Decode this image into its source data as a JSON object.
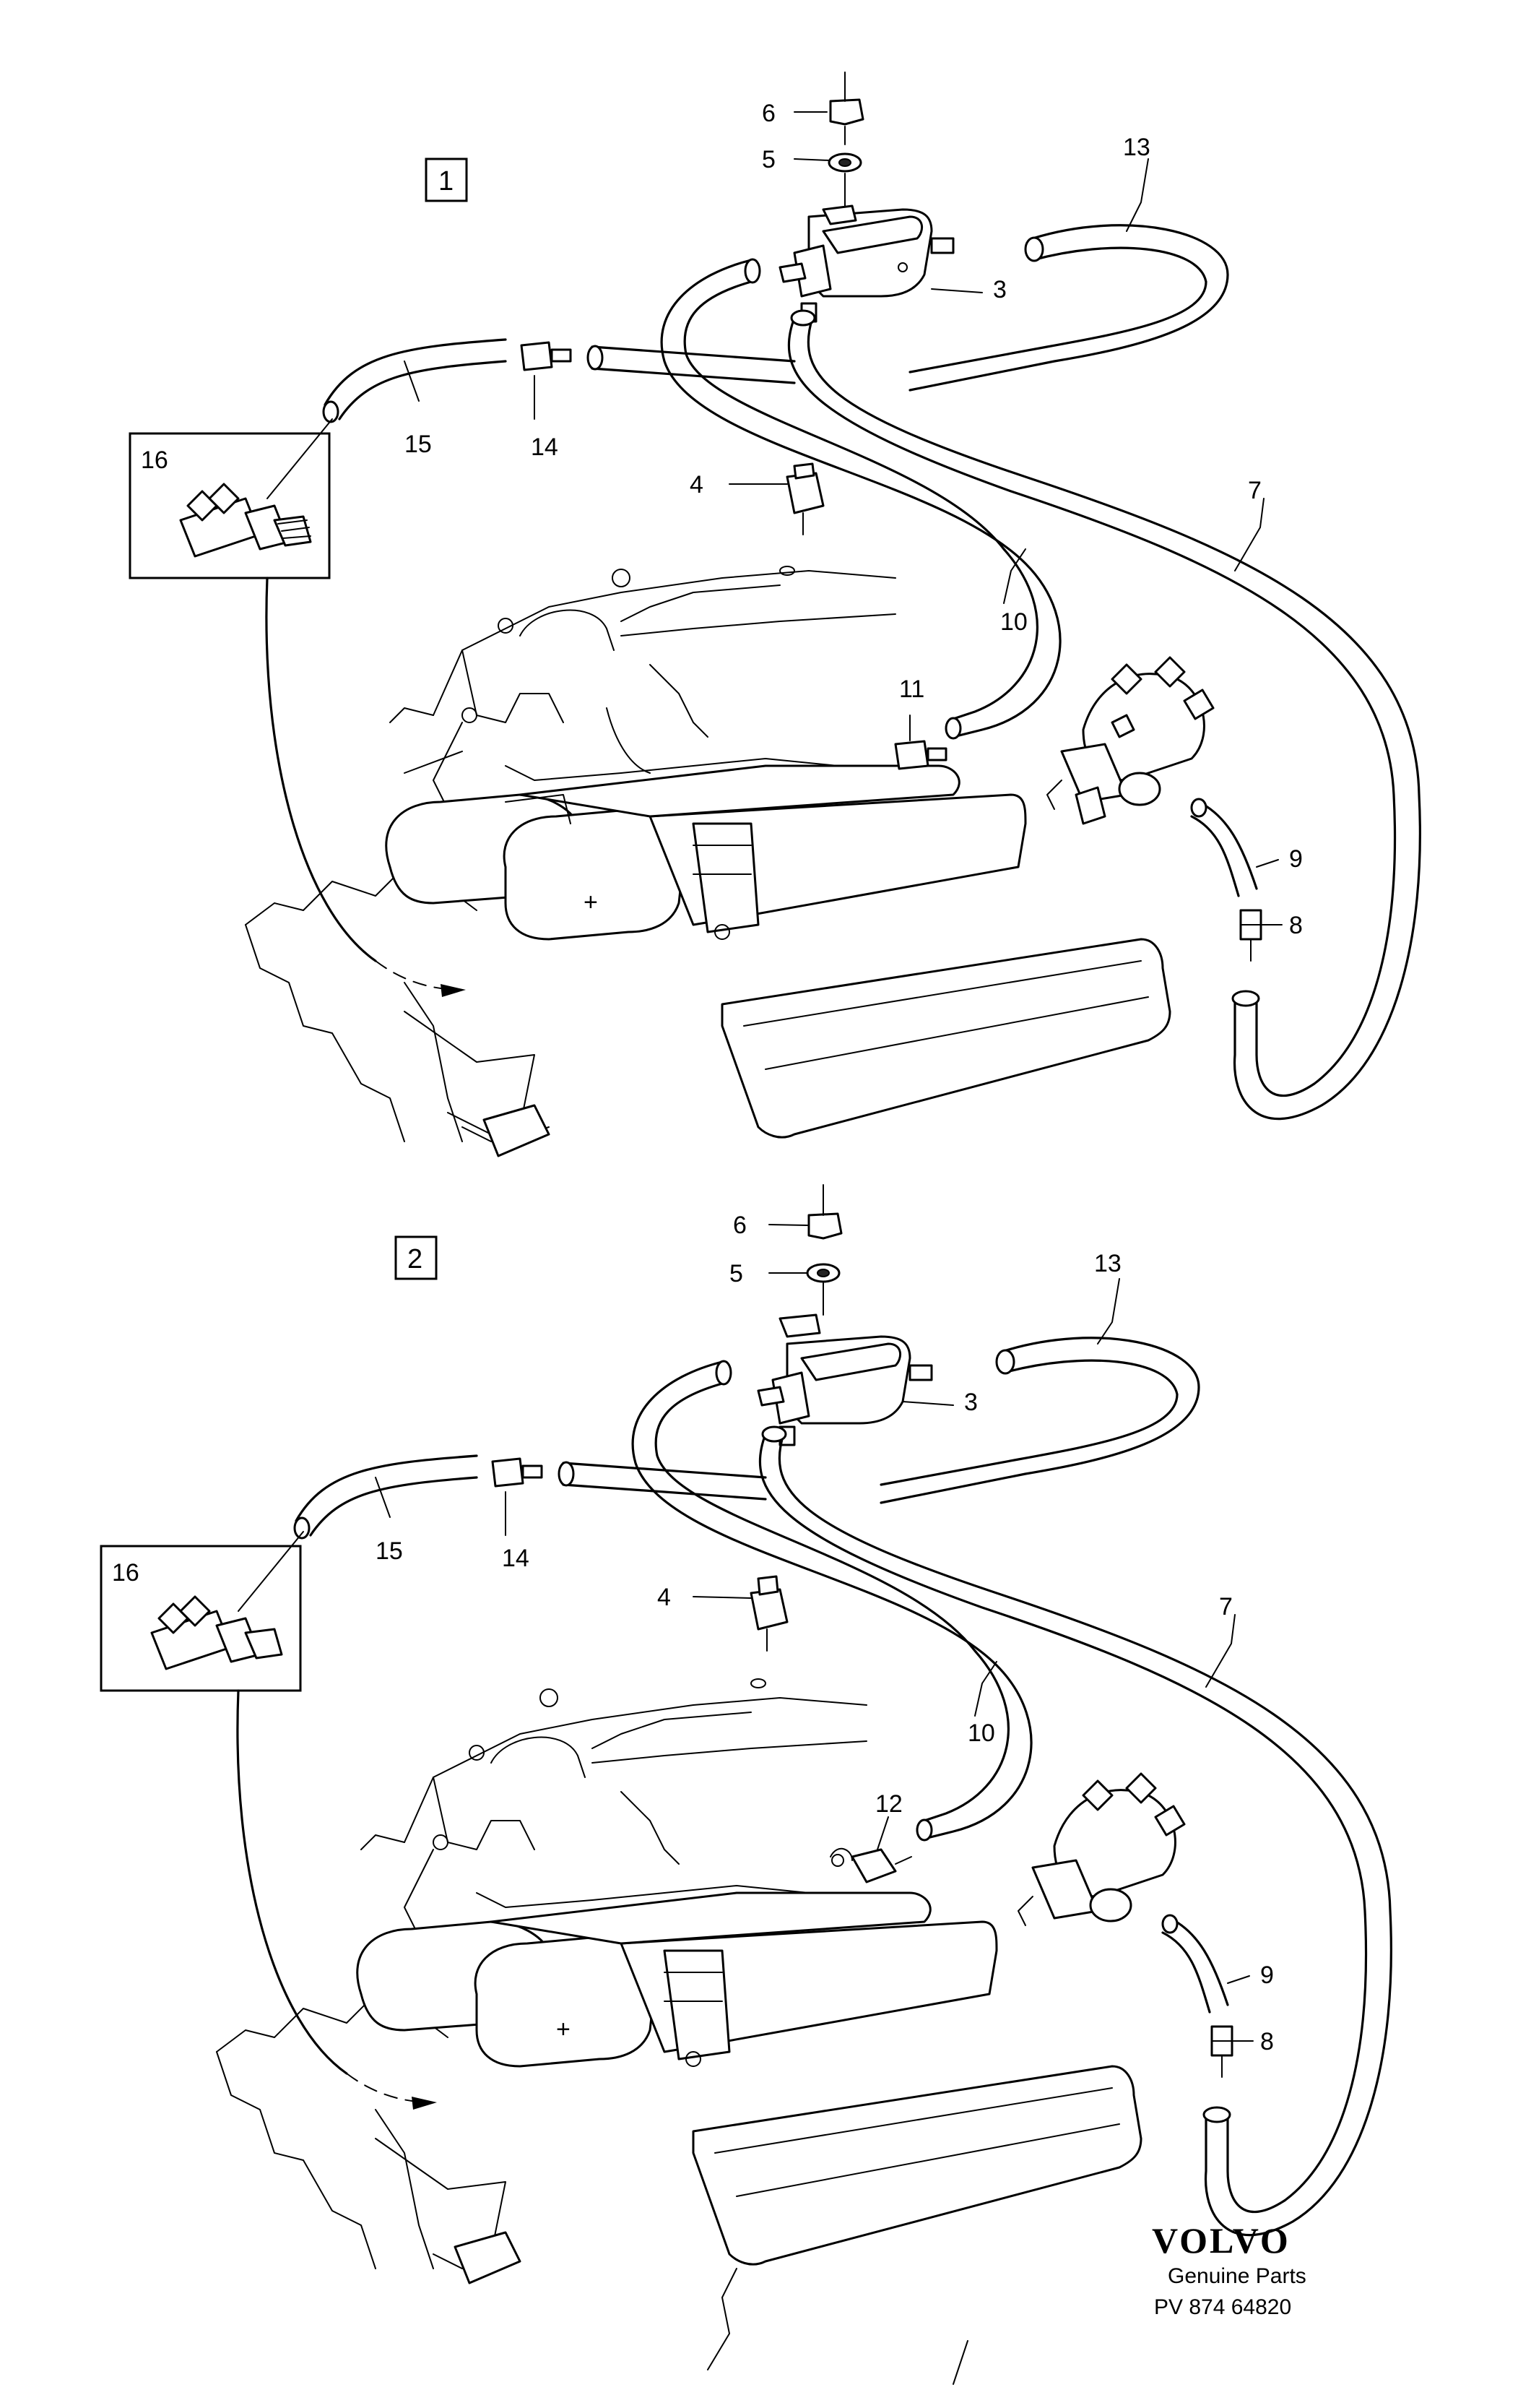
{
  "diagram_1": {
    "box_label": "1",
    "callouts": [
      "6",
      "5",
      "13",
      "3",
      "15",
      "14",
      "16",
      "4",
      "7",
      "10",
      "11",
      "9",
      "8"
    ]
  },
  "diagram_2": {
    "box_label": "2",
    "callouts": [
      "6",
      "5",
      "13",
      "3",
      "15",
      "14",
      "16",
      "4",
      "7",
      "10",
      "12",
      "9",
      "8"
    ]
  },
  "brand": {
    "name": "VOLVO",
    "tagline": "Genuine Parts",
    "code": "PV 874 64820"
  }
}
